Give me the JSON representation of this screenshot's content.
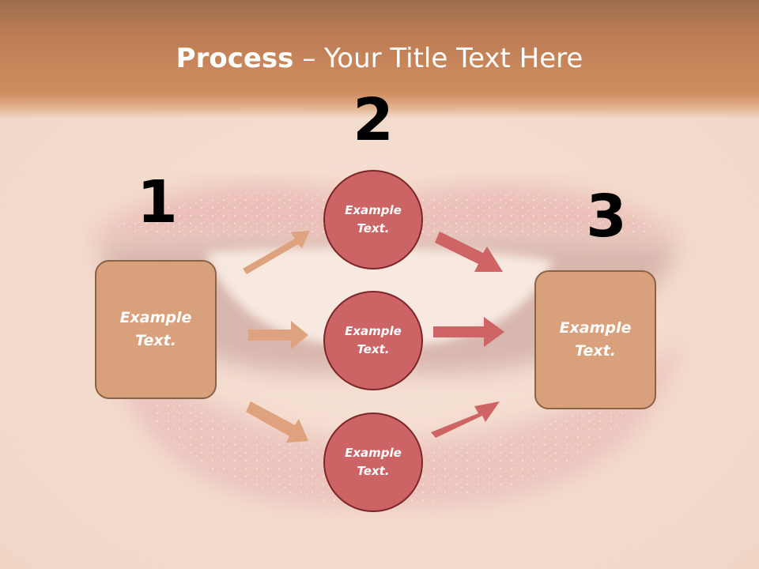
{
  "title": {
    "strong": "Process",
    "dash": " – ",
    "light": "Your Title Text Here"
  },
  "steps": {
    "one": "1",
    "two": "2",
    "three": "3"
  },
  "nodes": {
    "left_box": "Example Text.",
    "circle_top": "Example Text.",
    "circle_middle": "Example Text.",
    "circle_bottom": "Example Text.",
    "right_box": "Example Text."
  },
  "colors": {
    "header": "#c8855a",
    "box_fill": "#d9a17b",
    "box_border": "#8c6247",
    "circle_fill": "#cc6465",
    "circle_border": "#7d2528",
    "arrow_left": "#dea27e",
    "arrow_right": "#cf6466"
  }
}
